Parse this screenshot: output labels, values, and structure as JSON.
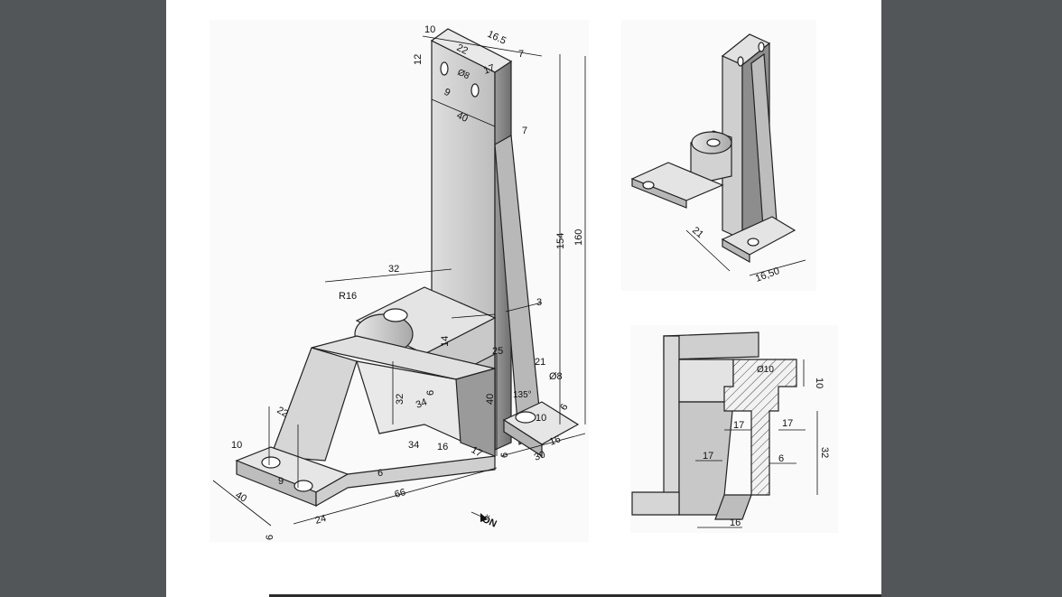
{
  "viewer": {
    "background": "#525659",
    "page_color": "#ffffff"
  },
  "drawing": {
    "main_view": {
      "dims": {
        "d10_top": "10",
        "d16_5": "16.5",
        "d22": "22",
        "d12": "12",
        "d17_top": "17",
        "d7_top": "7",
        "d_phi8_top": "Ø8",
        "d9_top": "9",
        "d40_top": "40",
        "d7_mid": "7",
        "d154": "154",
        "d160": "160",
        "d32_boss": "32",
        "d_r16": "R16",
        "d3": "3",
        "d14": "14",
        "d25": "25",
        "d21": "21",
        "d_phi8": "Ø8",
        "d135": "135°",
        "d10_hole": "10",
        "d6_right": "6",
        "d40_mid": "40",
        "d32_inner": "32",
        "d34_inner": "34",
        "d6_inner": "6",
        "d22_left": "22",
        "d34_bot": "34",
        "d16_bot": "16",
        "d17_bot": "17",
        "d6_vert": "6",
        "d30": "30",
        "d16_right": "16",
        "d10_left": "10",
        "d9_left": "9",
        "d6_slot": "6",
        "d40_left": "40",
        "d66": "66",
        "d24": "24",
        "d6_base": "6"
      },
      "direction_label": "ÖN"
    },
    "iso_view": {
      "dims": {
        "d21": "21",
        "d16_50": "16,50"
      }
    },
    "section_view": {
      "dims": {
        "d_phi10": "Ø10",
        "d10": "10",
        "d17_a": "17",
        "d17_b": "17",
        "d32": "32",
        "d17_c": "17",
        "d6": "6",
        "d16": "16"
      }
    }
  }
}
